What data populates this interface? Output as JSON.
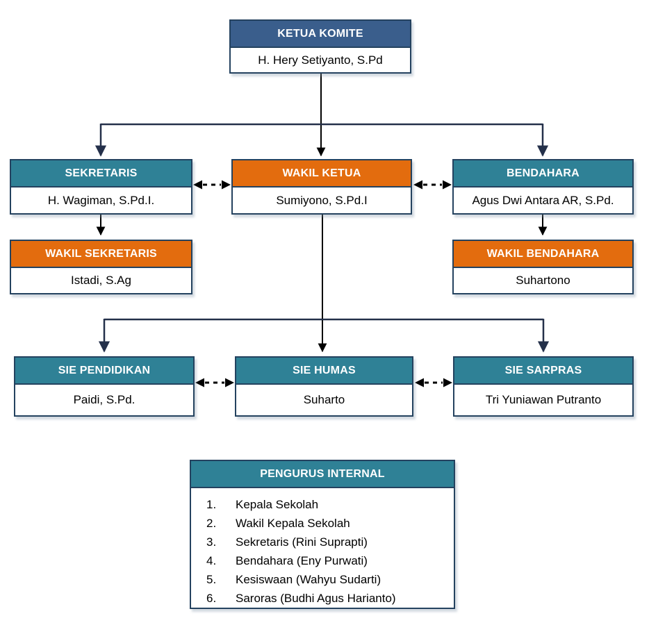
{
  "colors": {
    "header_blue": "#3A5E8C",
    "header_teal": "#2F8196",
    "header_orange": "#E36C0E",
    "border_navy": "#24425F",
    "connector_black": "#000000",
    "connector_navy": "#24304A",
    "canvas_bg": "#FFFFFF",
    "header_text": "#FFFFFF",
    "body_text": "#000000"
  },
  "nodes": {
    "ketua": {
      "title": "KETUA KOMITE",
      "person": "H. Hery Setiyanto, S.Pd",
      "variant": "blue"
    },
    "sekretaris": {
      "title": "SEKRETARIS",
      "person": "H. Wagiman, S.Pd.I.",
      "variant": "teal"
    },
    "wakil_ketua": {
      "title": "WAKIL KETUA",
      "person": "Sumiyono, S.Pd.I",
      "variant": "orange"
    },
    "bendahara": {
      "title": "BENDAHARA",
      "person": "Agus Dwi Antara AR, S.Pd.",
      "variant": "teal"
    },
    "wakil_sekretaris": {
      "title": "WAKIL SEKRETARIS",
      "person": "Istadi, S.Ag",
      "variant": "orange"
    },
    "wakil_bendahara": {
      "title": "WAKIL BENDAHARA",
      "person": "Suhartono",
      "variant": "orange"
    },
    "sie_pendidikan": {
      "title": "SIE PENDIDIKAN",
      "person": "Paidi, S.Pd.",
      "variant": "teal"
    },
    "sie_humas": {
      "title": "SIE HUMAS",
      "person": "Suharto",
      "variant": "teal"
    },
    "sie_sarpras": {
      "title": "SIE SARPRAS",
      "person": "Tri Yuniawan Putranto",
      "variant": "teal"
    }
  },
  "pengurus_internal": {
    "title": "PENGURUS INTERNAL",
    "items": [
      "Kepala Sekolah",
      "Wakil Kepala Sekolah",
      "Sekretaris (Rini Suprapti)",
      "Bendahara (Eny Purwati)",
      "Kesiswaan (Wahyu Sudarti)",
      "Saroras (Budhi Agus Harianto)"
    ]
  }
}
